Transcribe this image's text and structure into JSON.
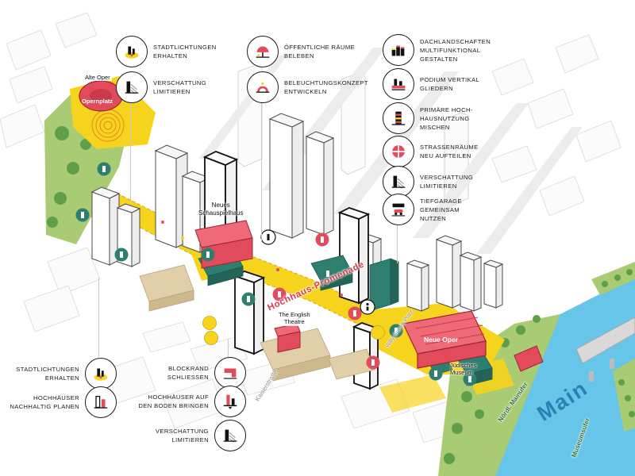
{
  "legend": {
    "top_left": {
      "items": [
        {
          "label": "STADTLICHTUNGEN\nERHALTEN",
          "icon": "city-clearing"
        },
        {
          "label": "VERSCHATTUNG\nLIMITIEREN",
          "icon": "shading-limit"
        }
      ]
    },
    "top_center": {
      "items": [
        {
          "label": "ÖFFENTLICHE RÄUME\nBELEBEN",
          "icon": "public-space"
        },
        {
          "label": "BELEUCHTUNGSKONZEPT\nENTWICKELN",
          "icon": "lighting-concept"
        }
      ]
    },
    "top_right": {
      "items": [
        {
          "label": "DACHLANDSCHAFTEN\nMULTIFUNKTIONAL\nGESTALTEN",
          "icon": "roofscape"
        },
        {
          "label": "PODIUM VERTIKAL\nGLIEDERN",
          "icon": "podium"
        },
        {
          "label": "PRIMÄRE HOCH-\nHAUSNUTZUNG\nMISCHEN",
          "icon": "mixed-use"
        },
        {
          "label": "STRASSENRÄUME\nNEU AUFTEILEN",
          "icon": "street-space"
        },
        {
          "label": "VERSCHATTUNG\nLIMITIEREN",
          "icon": "shading-limit"
        },
        {
          "label": "TIEFGARAGE\nGEMEINSAM\nNUTZEN",
          "icon": "garage"
        }
      ]
    },
    "bottom_left_col1": {
      "items": [
        {
          "label": "STADTLICHTUNGEN\nERHALTEN",
          "icon": "city-clearing"
        },
        {
          "label": "HOCHHÄUSER\nNACHHALTIG PLANEN",
          "icon": "sustainable-towers"
        }
      ]
    },
    "bottom_left_col2": {
      "items": [
        {
          "label": "BLOCKRAND\nSCHLIESSEN",
          "icon": "block-edge"
        },
        {
          "label": "HOCHHÄUSER AUF\nDEN BODEN BRINGEN",
          "icon": "towers-to-ground"
        },
        {
          "label": "VERSCHATTUNG\nLIMITIEREN",
          "icon": "shading-limit"
        }
      ]
    }
  },
  "map_labels": {
    "alte_oper": "Alte Oper",
    "opernplatz": "Opernplatz",
    "neues_schauspielhaus": "Neues\nSchauspielhaus",
    "promenade": "Hochhaus-Promenade",
    "english_theatre": "The English\nTheatre",
    "neue_oper": "Neue Oper",
    "juedisches_museum": "Jüdisches\nMuseum",
    "kaiserstrasse": "Kaiserstraße",
    "willy_brandt_platz": "Willy-Brandt-Platz",
    "noerdl_mainufer": "Nördl. Mainufer",
    "museumsufer": "Museumsufer",
    "main_river": "Main"
  },
  "colors": {
    "promenade_yellow": "#F6D31C",
    "accent_red": "#E14B5C",
    "teal": "#2E7F70",
    "river_blue": "#66C5E8",
    "park_green": "#A8CB74",
    "label_red": "#D93A4E"
  }
}
